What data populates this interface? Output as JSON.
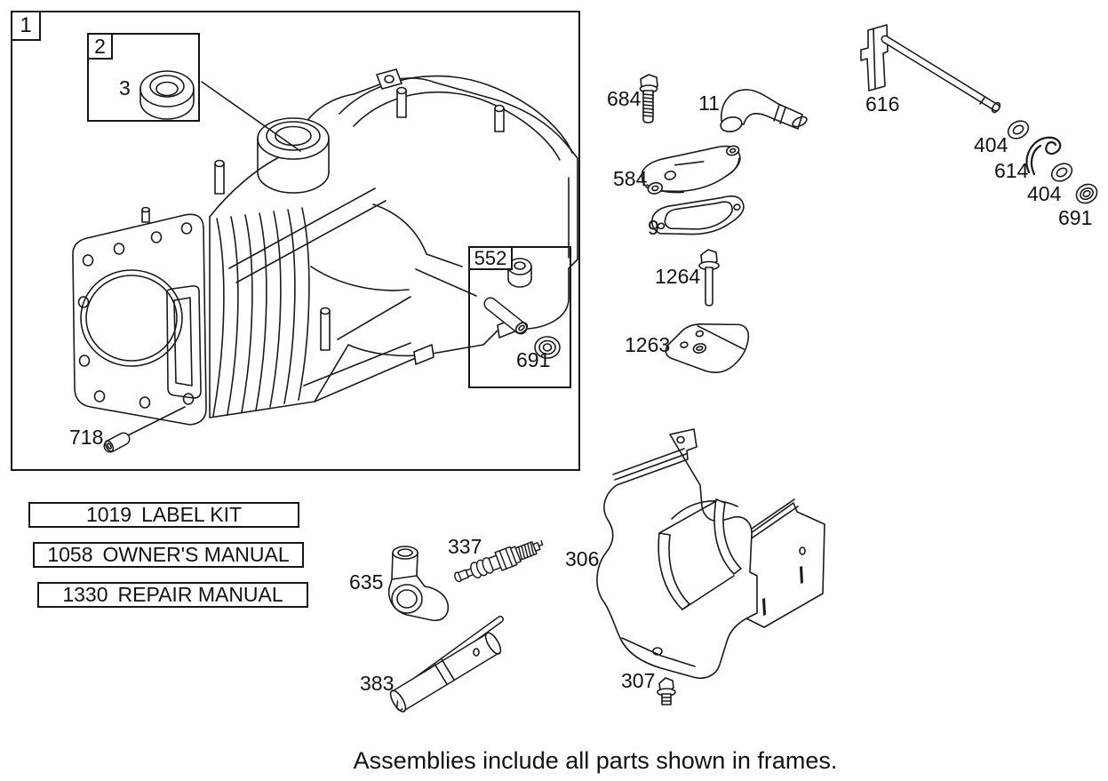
{
  "canvas": {
    "background": "#ffffff",
    "ink": "#1a1a1a"
  },
  "caption": "Assemblies include all parts shown in frames.",
  "frames": {
    "frame1": {
      "label": "1",
      "content": "cylinder-crankcase-assembly"
    },
    "frame2": {
      "label": "2",
      "content": "oil-seal-detail"
    },
    "frame552": {
      "label": "552",
      "content": "dowel-pin-detail"
    }
  },
  "manual_boxes": [
    {
      "number": "1019",
      "label": "LABEL KIT"
    },
    {
      "number": "1058",
      "label": "OWNER'S MANUAL"
    },
    {
      "number": "1330",
      "label": "REPAIR MANUAL"
    }
  ],
  "callouts": [
    {
      "number": "3",
      "part": "oil-seal"
    },
    {
      "number": "718",
      "part": "dowel-pin"
    },
    {
      "number": "691",
      "part": "grommet-in-frame-552"
    },
    {
      "number": "684",
      "part": "breather-screw"
    },
    {
      "number": "11",
      "part": "breather-tube"
    },
    {
      "number": "584",
      "part": "breather-cover"
    },
    {
      "number": "9",
      "part": "breather-gasket"
    },
    {
      "number": "1264",
      "part": "hex-flange-bolt"
    },
    {
      "number": "1263",
      "part": "baffle-plate"
    },
    {
      "number": "616",
      "part": "dipstick-rod-bracket"
    },
    {
      "number": "404",
      "part": "washer-upper"
    },
    {
      "number": "614",
      "part": "cotter-clip"
    },
    {
      "number": "404",
      "part": "washer-lower"
    },
    {
      "number": "691",
      "part": "grommet-right"
    },
    {
      "number": "635",
      "part": "elbow-fitting"
    },
    {
      "number": "337",
      "part": "spark-plug"
    },
    {
      "number": "306",
      "part": "cylinder-shield"
    },
    {
      "number": "383",
      "part": "spark-plug-wrench"
    },
    {
      "number": "307",
      "part": "hex-screw"
    }
  ]
}
